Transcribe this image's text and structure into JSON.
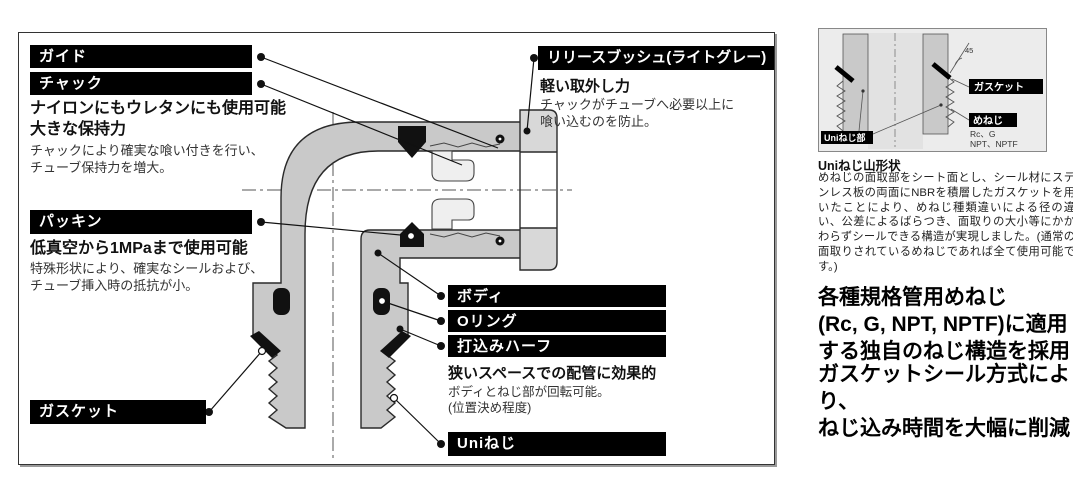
{
  "main_panel": {
    "labels": {
      "guide": "ガイド",
      "chuck": "チャック",
      "packing": "パッキン",
      "release_bush": "リリースブッシュ(ライトグレー)",
      "body": "ボディ",
      "oring": "Oリング",
      "drive_half": "打込みハーフ",
      "gasket": "ガスケット",
      "uni_thread": "Uniねじ"
    },
    "notes": {
      "chuck": {
        "title": "ナイロンにもウレタンにも使用可能\n大きな保持力",
        "body": "チャックにより確実な喰い付きを行い、\nチューブ保持力を増大。"
      },
      "packing": {
        "title": "低真空から1MPaまで使用可能",
        "body": "特殊形状により、確実なシールおよび、\nチューブ挿入時の抵抗が小。"
      },
      "release_bush": {
        "title": "軽い取外し力",
        "body": "チャックがチューブへ必要以上に\n喰い込むのを防止。"
      },
      "drive_half": {
        "title": "狭いスペースでの配管に効果的",
        "body": "ボディとねじ部が回転可能。\n(位置決め程度)"
      }
    }
  },
  "side_panel": {
    "diagram": {
      "gasket_label": "ガスケット",
      "female_thread_label": "めねじ",
      "thread_standard_1": "Rc、G",
      "thread_standard_2": "NPT、NPTF",
      "uni_thread_label": "Uniねじ部",
      "angle_label": "45"
    },
    "section_heading": "Uniねじ山形状",
    "section_body": "めねじの面取部をシート面とし、シール材にステンレス板の両面にNBRを積層したガスケットを用いたことにより、めねじ種類違いによる径の違い、公差によるばらつき、面取りの大小等にかかわらずシールできる構造が実現しました。(通常の面取りされているめねじであれば全て使用可能です。)",
    "feature_1": "各種規格管用めねじ\n(Rc, G, NPT, NPTF)に適用\nする独自のねじ構造を採用",
    "feature_2": "ガスケットシール方式により、\nねじ込み時間を大幅に削減"
  },
  "colors": {
    "label_bg": "#000000",
    "label_fg": "#ffffff",
    "metal_gray": "#c9c9c9",
    "bush_light_gray": "#d8d8d8",
    "seal_black": "#111111"
  }
}
